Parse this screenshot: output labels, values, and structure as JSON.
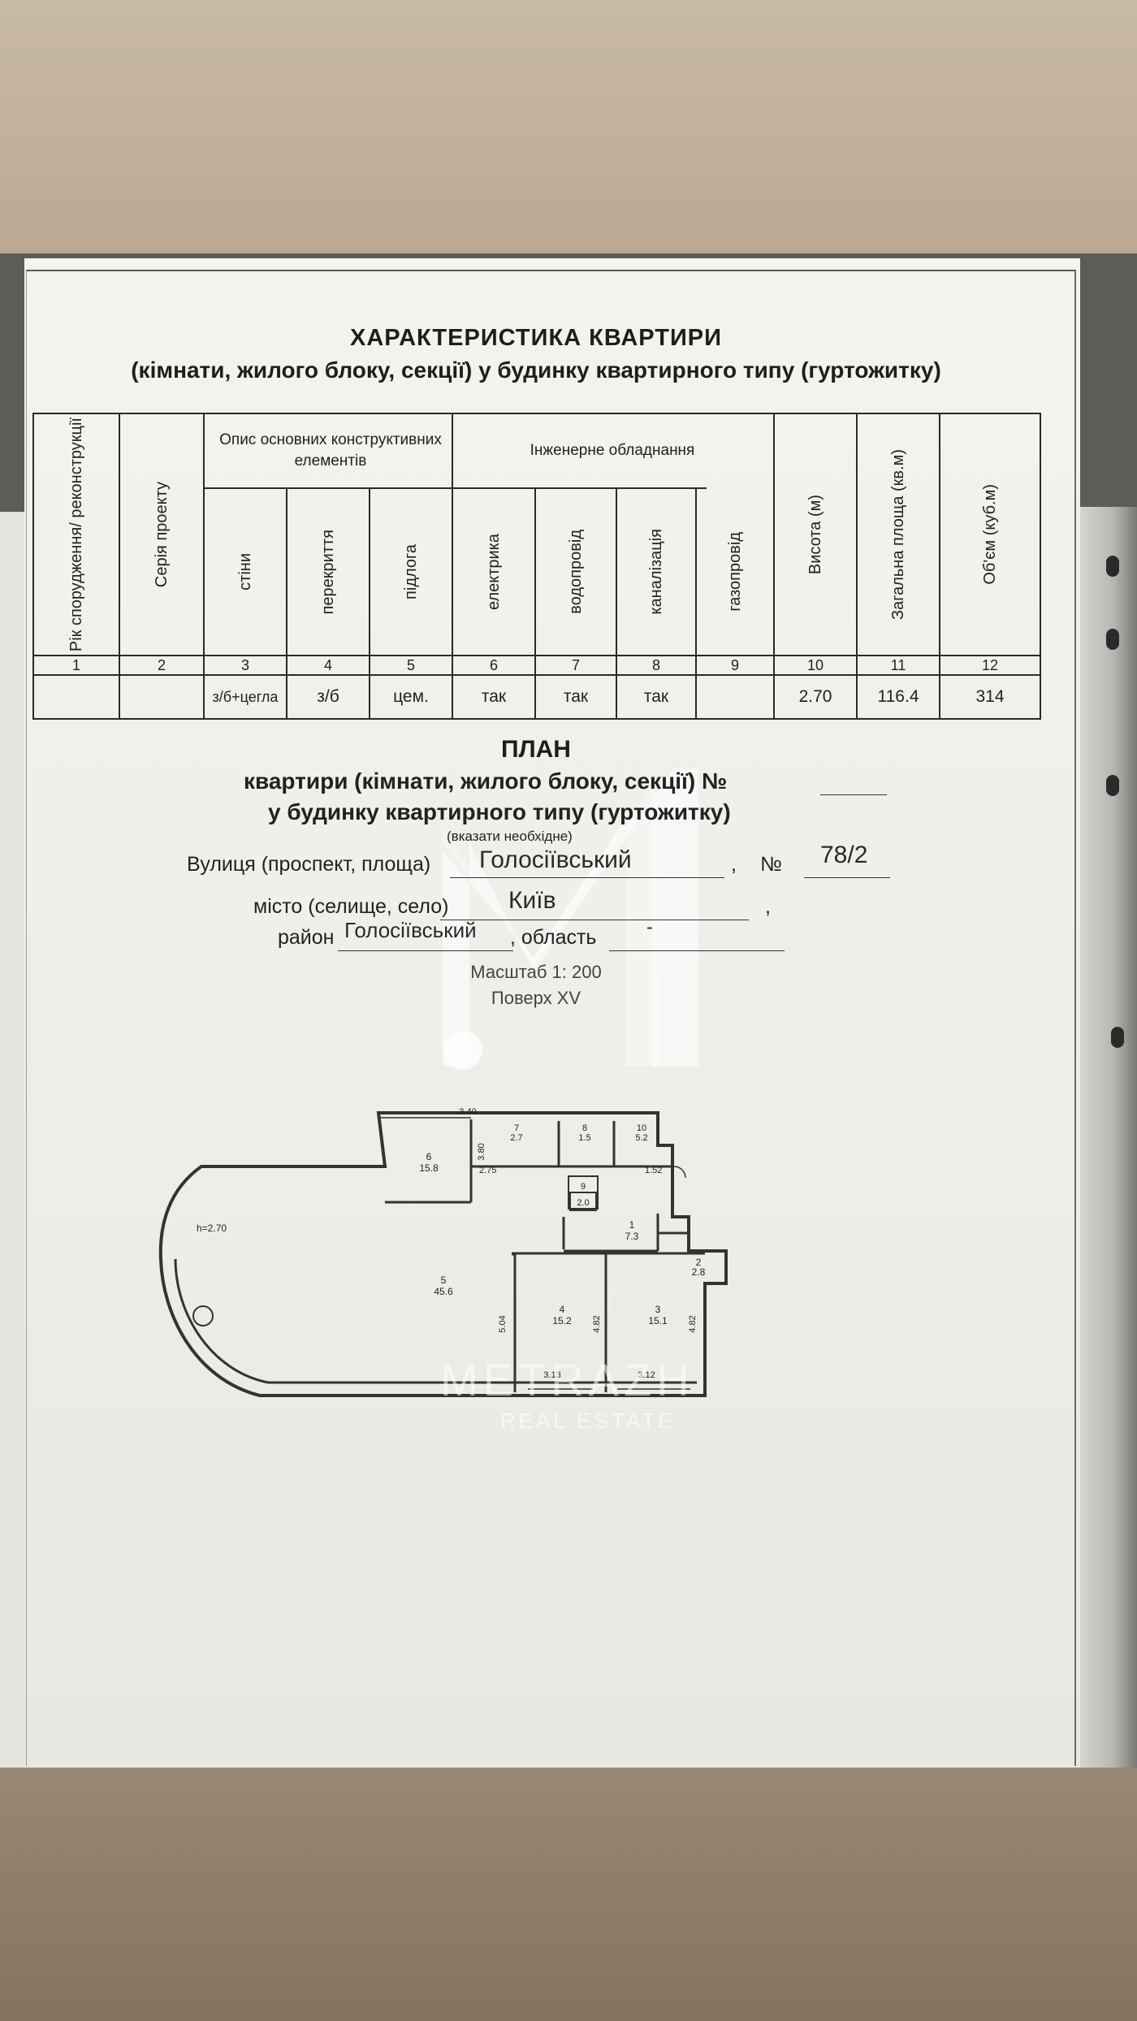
{
  "table_header": {
    "title": "ХАРАКТЕРИСТИКА КВАРТИРИ",
    "subtitle": "(кімнати, жилого блоку, секції) у будинку квартирного типу (гуртожитку)"
  },
  "table": {
    "col_year": "Рік спорудження/ реконструкції",
    "col_series": "Серія проекту",
    "group_construct": "Опис основних конструктивних елементів",
    "col_walls": "стіни",
    "col_ceilings": "перекриття",
    "col_floor": "підлога",
    "group_engineering": "Інженерне обладнання",
    "col_electric": "електрика",
    "col_water": "водопровід",
    "col_sewage": "каналізація",
    "col_gas": "газопровід",
    "col_height": "Висота (м)",
    "col_area": "Загальна площа (кв.м)",
    "col_volume": "Об'єм (куб.м)",
    "numbers": [
      "1",
      "2",
      "3",
      "4",
      "5",
      "6",
      "7",
      "8",
      "9",
      "10",
      "11",
      "12"
    ],
    "values": {
      "year": "",
      "series": "",
      "walls": "з/б+цегла",
      "ceilings": "з/б",
      "floor": "цем.",
      "electric": "так",
      "water": "так",
      "sewage": "так",
      "gas": "",
      "height": "2.70",
      "area": "116.4",
      "volume": "314"
    }
  },
  "plan": {
    "title": "ПЛАН",
    "line1": "квартири (кімнати, жилого блоку, секції) №",
    "line2": "у будинку квартирного типу (гуртожитку)",
    "note": "(вказати необхідне)",
    "street_label": "Вулиця (проспект, площа)",
    "street_value": "Голосіївський",
    "number_label": "№",
    "number_value": "78/2",
    "city_label": "місто (селище, село)",
    "city_value": "Київ",
    "district_label": "район",
    "district_value": "Голосіївський",
    "region_label": ", область",
    "region_value": "-",
    "scale": "Масштаб 1: 200",
    "floor": "Поверх XV"
  },
  "floorplan": {
    "rooms": [
      {
        "num": "1",
        "area": "7.3"
      },
      {
        "num": "2",
        "area": "2.8"
      },
      {
        "num": "3",
        "area": "15.1"
      },
      {
        "num": "4",
        "area": "15.2"
      },
      {
        "num": "5",
        "area": "45.6"
      },
      {
        "num": "6",
        "area": "15.8"
      },
      {
        "num": "7",
        "area": "2.7"
      },
      {
        "num": "8",
        "area": "1.5"
      },
      {
        "num": "9",
        "area": "2.0"
      },
      {
        "num": "10",
        "area": "5.2"
      }
    ],
    "dims": {
      "top": "3.40",
      "h": "h=2.70",
      "d380": "3.80",
      "d275": "2.75",
      "d152": "1.52",
      "d504": "5.04",
      "d482a": "4.82",
      "d482b": "4.82",
      "d313": "3.13",
      "d312": "3.12"
    }
  },
  "watermark": {
    "brand": "METRAZH",
    "tagline": "REAL ESTATE"
  },
  "colors": {
    "paper": "#f1f0eb",
    "ink": "#222222",
    "background_top": "#c2b29e",
    "background_bottom": "#8e7e6b"
  }
}
